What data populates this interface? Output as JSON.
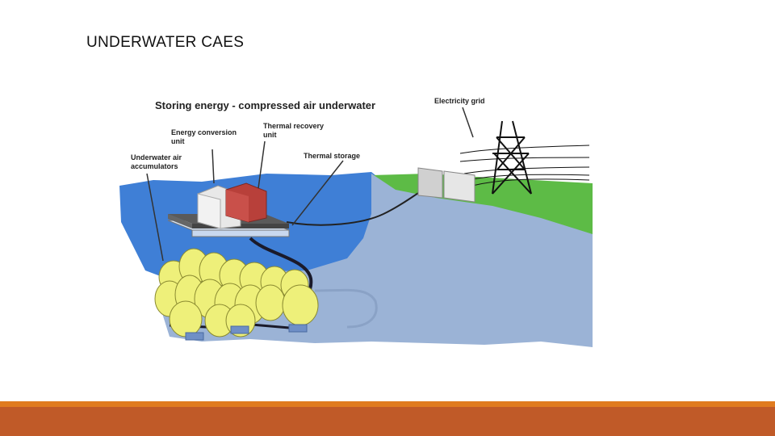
{
  "slide": {
    "title": "UNDERWATER CAES"
  },
  "diagram": {
    "heading": "Storing energy - compressed air underwater",
    "labels": {
      "electricity_grid": "Electricity grid",
      "thermal_recovery_1": "Thermal recovery",
      "thermal_recovery_2": "unit",
      "energy_conversion_1": "Energy conversion",
      "energy_conversion_2": "unit",
      "thermal_storage": "Thermal storage",
      "accumulators_1": "Underwater air",
      "accumulators_2": "accumulators"
    },
    "colors": {
      "water": "#3f7fd6",
      "seabed": "#9bb3d6",
      "land": "#5dbb46",
      "balloon": "#eef07a",
      "red_unit": "#b8403a",
      "footer_orange": "#e07b1f",
      "footer_band": "#c05a28"
    }
  }
}
